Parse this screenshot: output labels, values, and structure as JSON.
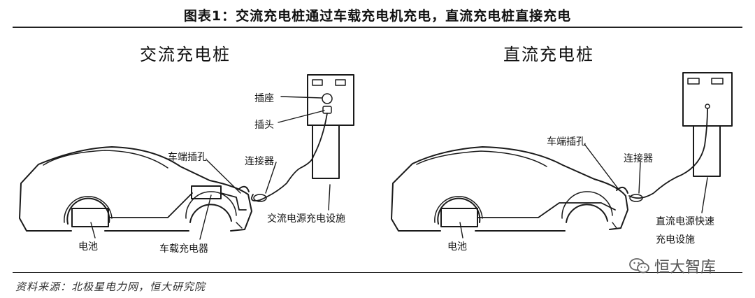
{
  "figure": {
    "title": "图表1：交流充电桩通过车载充电机充电，直流充电桩直接充电"
  },
  "panels": {
    "ac": {
      "title": "交流充电桩",
      "labels": {
        "socket": "插座",
        "plug": "插头",
        "car_port": "车端插孔",
        "connector": "连接器",
        "charging_facility": "交流电源充电设施",
        "battery": "电池",
        "onboard_charger": "车载充电器"
      }
    },
    "dc": {
      "title": "直流充电桩",
      "labels": {
        "car_port": "车端插孔",
        "connector": "连接器",
        "charging_facility_line1": "直流电源快速",
        "charging_facility_line2": "充电设施",
        "battery": "电池"
      }
    }
  },
  "footer": {
    "source": "资料来源：北极星电力网，恒大研究院",
    "watermark": "恒大智库",
    "watermark_icon": "wechat-icon"
  }
}
